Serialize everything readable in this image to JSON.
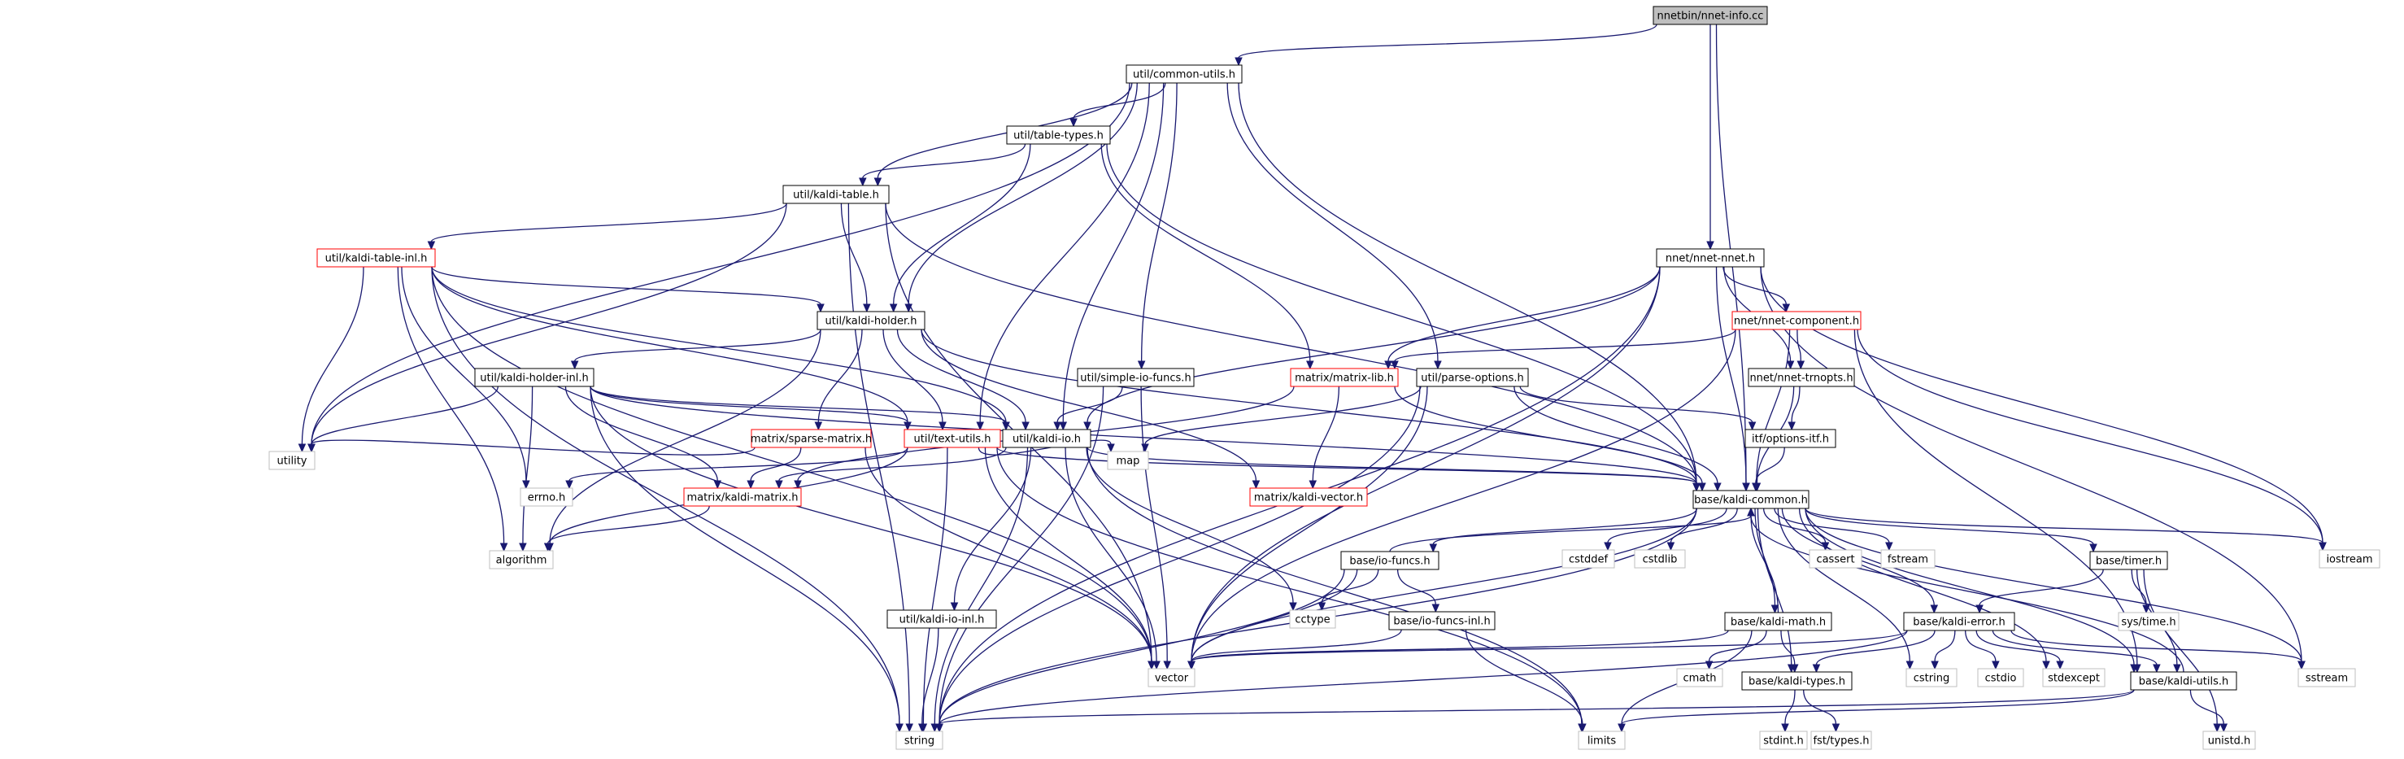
{
  "diagram": {
    "kind": "include-dependency-graph",
    "colors": {
      "edge": "#191970",
      "root_fill": "#bfbfbf",
      "truncated_border": "#ff0000",
      "system_border": "#bfbfbf",
      "project_border": "#000000"
    },
    "nodes": [
      {
        "id": "nnet-info",
        "label": "nnetbin/nnet-info.cc",
        "kind": "main"
      },
      {
        "id": "common-utils",
        "label": "util/common-utils.h",
        "kind": "file"
      },
      {
        "id": "nnet-nnet",
        "label": "nnet/nnet-nnet.h",
        "kind": "file"
      },
      {
        "id": "table-types",
        "label": "util/table-types.h",
        "kind": "file"
      },
      {
        "id": "kaldi-table",
        "label": "util/kaldi-table.h",
        "kind": "file"
      },
      {
        "id": "kaldi-table-inl",
        "label": "util/kaldi-table-inl.h",
        "kind": "truncated"
      },
      {
        "id": "kaldi-holder",
        "label": "util/kaldi-holder.h",
        "kind": "file"
      },
      {
        "id": "nnet-component",
        "label": "nnet/nnet-component.h",
        "kind": "truncated"
      },
      {
        "id": "simple-io-funcs",
        "label": "util/simple-io-funcs.h",
        "kind": "file"
      },
      {
        "id": "matrix-lib",
        "label": "matrix/matrix-lib.h",
        "kind": "truncated"
      },
      {
        "id": "parse-options",
        "label": "util/parse-options.h",
        "kind": "file"
      },
      {
        "id": "nnet-trnopts",
        "label": "nnet/nnet-trnopts.h",
        "kind": "file"
      },
      {
        "id": "kaldi-holder-inl",
        "label": "util/kaldi-holder-inl.h",
        "kind": "file"
      },
      {
        "id": "sparse-matrix",
        "label": "matrix/sparse-matrix.h",
        "kind": "truncated"
      },
      {
        "id": "text-utils",
        "label": "util/text-utils.h",
        "kind": "truncated"
      },
      {
        "id": "kaldi-io",
        "label": "util/kaldi-io.h",
        "kind": "file"
      },
      {
        "id": "options-itf",
        "label": "itf/options-itf.h",
        "kind": "file"
      },
      {
        "id": "utility",
        "label": "utility",
        "kind": "system"
      },
      {
        "id": "errno",
        "label": "errno.h",
        "kind": "system"
      },
      {
        "id": "kaldi-matrix",
        "label": "matrix/kaldi-matrix.h",
        "kind": "truncated"
      },
      {
        "id": "map",
        "label": "map",
        "kind": "system"
      },
      {
        "id": "kaldi-vector",
        "label": "matrix/kaldi-vector.h",
        "kind": "truncated"
      },
      {
        "id": "kaldi-common",
        "label": "base/kaldi-common.h",
        "kind": "file"
      },
      {
        "id": "algorithm",
        "label": "algorithm",
        "kind": "system"
      },
      {
        "id": "cstddef",
        "label": "cstddef",
        "kind": "system"
      },
      {
        "id": "cstdlib",
        "label": "cstdlib",
        "kind": "system"
      },
      {
        "id": "cassert",
        "label": "cassert",
        "kind": "system"
      },
      {
        "id": "fstream",
        "label": "fstream",
        "kind": "system"
      },
      {
        "id": "timer",
        "label": "base/timer.h",
        "kind": "file"
      },
      {
        "id": "iostream",
        "label": "iostream",
        "kind": "system"
      },
      {
        "id": "io-funcs",
        "label": "base/io-funcs.h",
        "kind": "file"
      },
      {
        "id": "cctype",
        "label": "cctype",
        "kind": "system"
      },
      {
        "id": "io-funcs-inl",
        "label": "base/io-funcs-inl.h",
        "kind": "file"
      },
      {
        "id": "kaldi-io-inl",
        "label": "util/kaldi-io-inl.h",
        "kind": "file"
      },
      {
        "id": "kaldi-math",
        "label": "base/kaldi-math.h",
        "kind": "file"
      },
      {
        "id": "kaldi-error",
        "label": "base/kaldi-error.h",
        "kind": "file"
      },
      {
        "id": "sys-time",
        "label": "sys/time.h",
        "kind": "system"
      },
      {
        "id": "vector",
        "label": "vector",
        "kind": "system"
      },
      {
        "id": "cmath",
        "label": "cmath",
        "kind": "system"
      },
      {
        "id": "kaldi-types",
        "label": "base/kaldi-types.h",
        "kind": "file"
      },
      {
        "id": "cstring",
        "label": "cstring",
        "kind": "system"
      },
      {
        "id": "cstdio",
        "label": "cstdio",
        "kind": "system"
      },
      {
        "id": "stdexcept",
        "label": "stdexcept",
        "kind": "system"
      },
      {
        "id": "kaldi-utils",
        "label": "base/kaldi-utils.h",
        "kind": "file"
      },
      {
        "id": "sstream",
        "label": "sstream",
        "kind": "system"
      },
      {
        "id": "string",
        "label": "string",
        "kind": "system"
      },
      {
        "id": "limits",
        "label": "limits",
        "kind": "system"
      },
      {
        "id": "stdint",
        "label": "stdint.h",
        "kind": "system"
      },
      {
        "id": "fst-types",
        "label": "fst/types.h",
        "kind": "system"
      },
      {
        "id": "unistd",
        "label": "unistd.h",
        "kind": "system"
      }
    ],
    "edges": [
      [
        "nnet-info",
        "common-utils"
      ],
      [
        "nnet-info",
        "nnet-nnet"
      ],
      [
        "nnet-info",
        "kaldi-common"
      ],
      [
        "common-utils",
        "table-types"
      ],
      [
        "common-utils",
        "kaldi-table"
      ],
      [
        "common-utils",
        "kaldi-holder"
      ],
      [
        "common-utils",
        "simple-io-funcs"
      ],
      [
        "common-utils",
        "parse-options"
      ],
      [
        "common-utils",
        "text-utils"
      ],
      [
        "common-utils",
        "kaldi-io"
      ],
      [
        "common-utils",
        "kaldi-common"
      ],
      [
        "common-utils",
        "utility"
      ],
      [
        "table-types",
        "kaldi-table"
      ],
      [
        "table-types",
        "kaldi-holder"
      ],
      [
        "table-types",
        "matrix-lib"
      ],
      [
        "table-types",
        "kaldi-common"
      ],
      [
        "kaldi-table",
        "kaldi-table-inl"
      ],
      [
        "kaldi-table",
        "kaldi-holder"
      ],
      [
        "kaldi-table",
        "kaldi-common"
      ],
      [
        "kaldi-table",
        "string"
      ],
      [
        "kaldi-table",
        "vector"
      ],
      [
        "kaldi-table",
        "utility"
      ],
      [
        "kaldi-table-inl",
        "kaldi-holder"
      ],
      [
        "kaldi-table-inl",
        "text-utils"
      ],
      [
        "kaldi-table-inl",
        "kaldi-io"
      ],
      [
        "kaldi-table-inl",
        "utility"
      ],
      [
        "kaldi-table-inl",
        "algorithm"
      ],
      [
        "kaldi-table-inl",
        "errno"
      ],
      [
        "kaldi-table-inl",
        "vector"
      ],
      [
        "kaldi-table-inl",
        "string"
      ],
      [
        "kaldi-holder",
        "kaldi-holder-inl"
      ],
      [
        "kaldi-holder",
        "sparse-matrix"
      ],
      [
        "kaldi-holder",
        "text-utils"
      ],
      [
        "kaldi-holder",
        "kaldi-io"
      ],
      [
        "kaldi-holder",
        "kaldi-vector"
      ],
      [
        "kaldi-holder",
        "kaldi-common"
      ],
      [
        "kaldi-holder",
        "algorithm"
      ],
      [
        "nnet-nnet",
        "nnet-component"
      ],
      [
        "nnet-nnet",
        "matrix-lib"
      ],
      [
        "nnet-nnet",
        "nnet-trnopts"
      ],
      [
        "nnet-nnet",
        "kaldi-common"
      ],
      [
        "nnet-nnet",
        "kaldi-io"
      ],
      [
        "nnet-nnet",
        "iostream"
      ],
      [
        "nnet-nnet",
        "sstream"
      ],
      [
        "nnet-nnet",
        "vector"
      ],
      [
        "nnet-nnet",
        "string"
      ],
      [
        "nnet-component",
        "matrix-lib"
      ],
      [
        "nnet-component",
        "nnet-trnopts"
      ],
      [
        "nnet-component",
        "kaldi-common"
      ],
      [
        "nnet-component",
        "iostream"
      ],
      [
        "nnet-component",
        "vector"
      ],
      [
        "nnet-component",
        "kaldi-utils"
      ],
      [
        "nnet-trnopts",
        "options-itf"
      ],
      [
        "nnet-trnopts",
        "kaldi-common"
      ],
      [
        "simple-io-funcs",
        "kaldi-io"
      ],
      [
        "simple-io-funcs",
        "vector"
      ],
      [
        "simple-io-funcs",
        "string"
      ],
      [
        "matrix-lib",
        "kaldi-matrix"
      ],
      [
        "matrix-lib",
        "kaldi-vector"
      ],
      [
        "matrix-lib",
        "kaldi-common"
      ],
      [
        "parse-options",
        "options-itf"
      ],
      [
        "parse-options",
        "kaldi-common"
      ],
      [
        "parse-options",
        "map"
      ],
      [
        "parse-options",
        "vector"
      ],
      [
        "parse-options",
        "string"
      ],
      [
        "kaldi-holder-inl",
        "text-utils"
      ],
      [
        "kaldi-holder-inl",
        "kaldi-io"
      ],
      [
        "kaldi-holder-inl",
        "kaldi-matrix"
      ],
      [
        "kaldi-holder-inl",
        "kaldi-common"
      ],
      [
        "kaldi-holder-inl",
        "utility"
      ],
      [
        "kaldi-holder-inl",
        "algorithm"
      ],
      [
        "kaldi-holder-inl",
        "vector"
      ],
      [
        "kaldi-holder-inl",
        "string"
      ],
      [
        "sparse-matrix",
        "kaldi-matrix"
      ],
      [
        "sparse-matrix",
        "utility"
      ],
      [
        "sparse-matrix",
        "vector"
      ],
      [
        "text-utils",
        "kaldi-common"
      ],
      [
        "text-utils",
        "errno"
      ],
      [
        "text-utils",
        "algorithm"
      ],
      [
        "text-utils",
        "map"
      ],
      [
        "text-utils",
        "vector"
      ],
      [
        "text-utils",
        "string"
      ],
      [
        "text-utils",
        "limits"
      ],
      [
        "kaldi-io",
        "kaldi-io-inl"
      ],
      [
        "kaldi-io",
        "kaldi-common"
      ],
      [
        "kaldi-io",
        "kaldi-matrix"
      ],
      [
        "kaldi-io",
        "cctype"
      ],
      [
        "kaldi-io",
        "vector"
      ],
      [
        "kaldi-io",
        "string"
      ],
      [
        "kaldi-io",
        "limits"
      ],
      [
        "kaldi-io-inl",
        "string"
      ],
      [
        "options-itf",
        "kaldi-common"
      ],
      [
        "kaldi-matrix",
        "algorithm"
      ],
      [
        "kaldi-common",
        "cstddef"
      ],
      [
        "kaldi-common",
        "cstdlib"
      ],
      [
        "kaldi-common",
        "cassert"
      ],
      [
        "kaldi-common",
        "fstream"
      ],
      [
        "kaldi-common",
        "iostream"
      ],
      [
        "kaldi-common",
        "sstream"
      ],
      [
        "kaldi-common",
        "stdexcept"
      ],
      [
        "kaldi-common",
        "cstring"
      ],
      [
        "kaldi-common",
        "string"
      ],
      [
        "kaldi-common",
        "vector"
      ],
      [
        "kaldi-common",
        "io-funcs"
      ],
      [
        "kaldi-common",
        "kaldi-math"
      ],
      [
        "kaldi-common",
        "kaldi-error"
      ],
      [
        "kaldi-common",
        "kaldi-types"
      ],
      [
        "kaldi-common",
        "kaldi-utils"
      ],
      [
        "kaldi-common",
        "timer"
      ],
      [
        "io-funcs",
        "kaldi-common"
      ],
      [
        "io-funcs",
        "io-funcs-inl"
      ],
      [
        "io-funcs",
        "cctype"
      ],
      [
        "io-funcs",
        "vector"
      ],
      [
        "io-funcs",
        "string"
      ],
      [
        "io-funcs-inl",
        "vector"
      ],
      [
        "io-funcs-inl",
        "limits"
      ],
      [
        "kaldi-math",
        "kaldi-common"
      ],
      [
        "kaldi-math",
        "kaldi-types"
      ],
      [
        "kaldi-math",
        "vector"
      ],
      [
        "kaldi-math",
        "cmath"
      ],
      [
        "kaldi-math",
        "limits"
      ],
      [
        "timer",
        "kaldi-error"
      ],
      [
        "timer",
        "kaldi-utils"
      ],
      [
        "timer",
        "sys-time"
      ],
      [
        "timer",
        "unistd"
      ],
      [
        "kaldi-error",
        "kaldi-types"
      ],
      [
        "kaldi-error",
        "kaldi-utils"
      ],
      [
        "kaldi-error",
        "cstring"
      ],
      [
        "kaldi-error",
        "cstdio"
      ],
      [
        "kaldi-error",
        "stdexcept"
      ],
      [
        "kaldi-error",
        "sstream"
      ],
      [
        "kaldi-error",
        "vector"
      ],
      [
        "kaldi-error",
        "string"
      ],
      [
        "kaldi-types",
        "stdint"
      ],
      [
        "kaldi-types",
        "fst-types"
      ],
      [
        "kaldi-utils",
        "kaldi-common"
      ],
      [
        "kaldi-utils",
        "string"
      ],
      [
        "kaldi-utils",
        "limits"
      ],
      [
        "kaldi-utils",
        "unistd"
      ]
    ]
  }
}
